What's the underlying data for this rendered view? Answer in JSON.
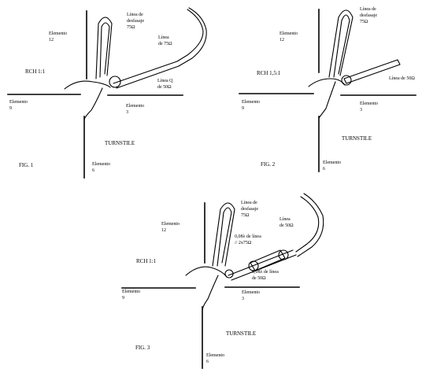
{
  "figures": [
    {
      "caption": "FIG. 1",
      "ratio": "RCH 1:1",
      "turnstile": "TURNSTILE",
      "elem12": [
        "Elemento",
        "12"
      ],
      "elem9": [
        "Elemento",
        "9"
      ],
      "elem3": [
        "Elemento",
        "3"
      ],
      "elem6": [
        "Elemento",
        "6"
      ],
      "phase_line": [
        "Línea de",
        "desfasaje",
        "75Ω"
      ],
      "line_a": [
        "Línea",
        "de 75Ω"
      ],
      "line_q": [
        "Línea Q",
        "de 50Ω"
      ]
    },
    {
      "caption": "FIG. 2",
      "ratio": "RCH 1,5:1",
      "turnstile": "TURNSTILE",
      "elem12": [
        "Elemento",
        "12"
      ],
      "elem9": [
        "Elemento",
        "9"
      ],
      "elem3": [
        "Elemento",
        "3"
      ],
      "elem6": [
        "Elemento",
        "6"
      ],
      "phase_line": [
        "Línea de",
        "desfasaje",
        "75Ω"
      ],
      "line_b": [
        "Línea de 50Ω"
      ]
    },
    {
      "caption": "FIG. 3",
      "ratio": "RCH 1:1",
      "turnstile": "TURNSTILE",
      "elem12": [
        "Elemento",
        "12"
      ],
      "elem9": [
        "Elemento",
        "9"
      ],
      "elem3": [
        "Elemento",
        "3"
      ],
      "elem6": [
        "Elemento",
        "6"
      ],
      "phase_line": [
        "Línea de",
        "desfasaje",
        "75Ω"
      ],
      "line_c": [
        "Línea",
        "de 50Ω"
      ],
      "stub_top": [
        "0,08λ de línea",
        "// 2x75Ω"
      ],
      "stub_bottom": [
        "0,08λ de línea",
        "de 50Ω"
      ]
    }
  ]
}
